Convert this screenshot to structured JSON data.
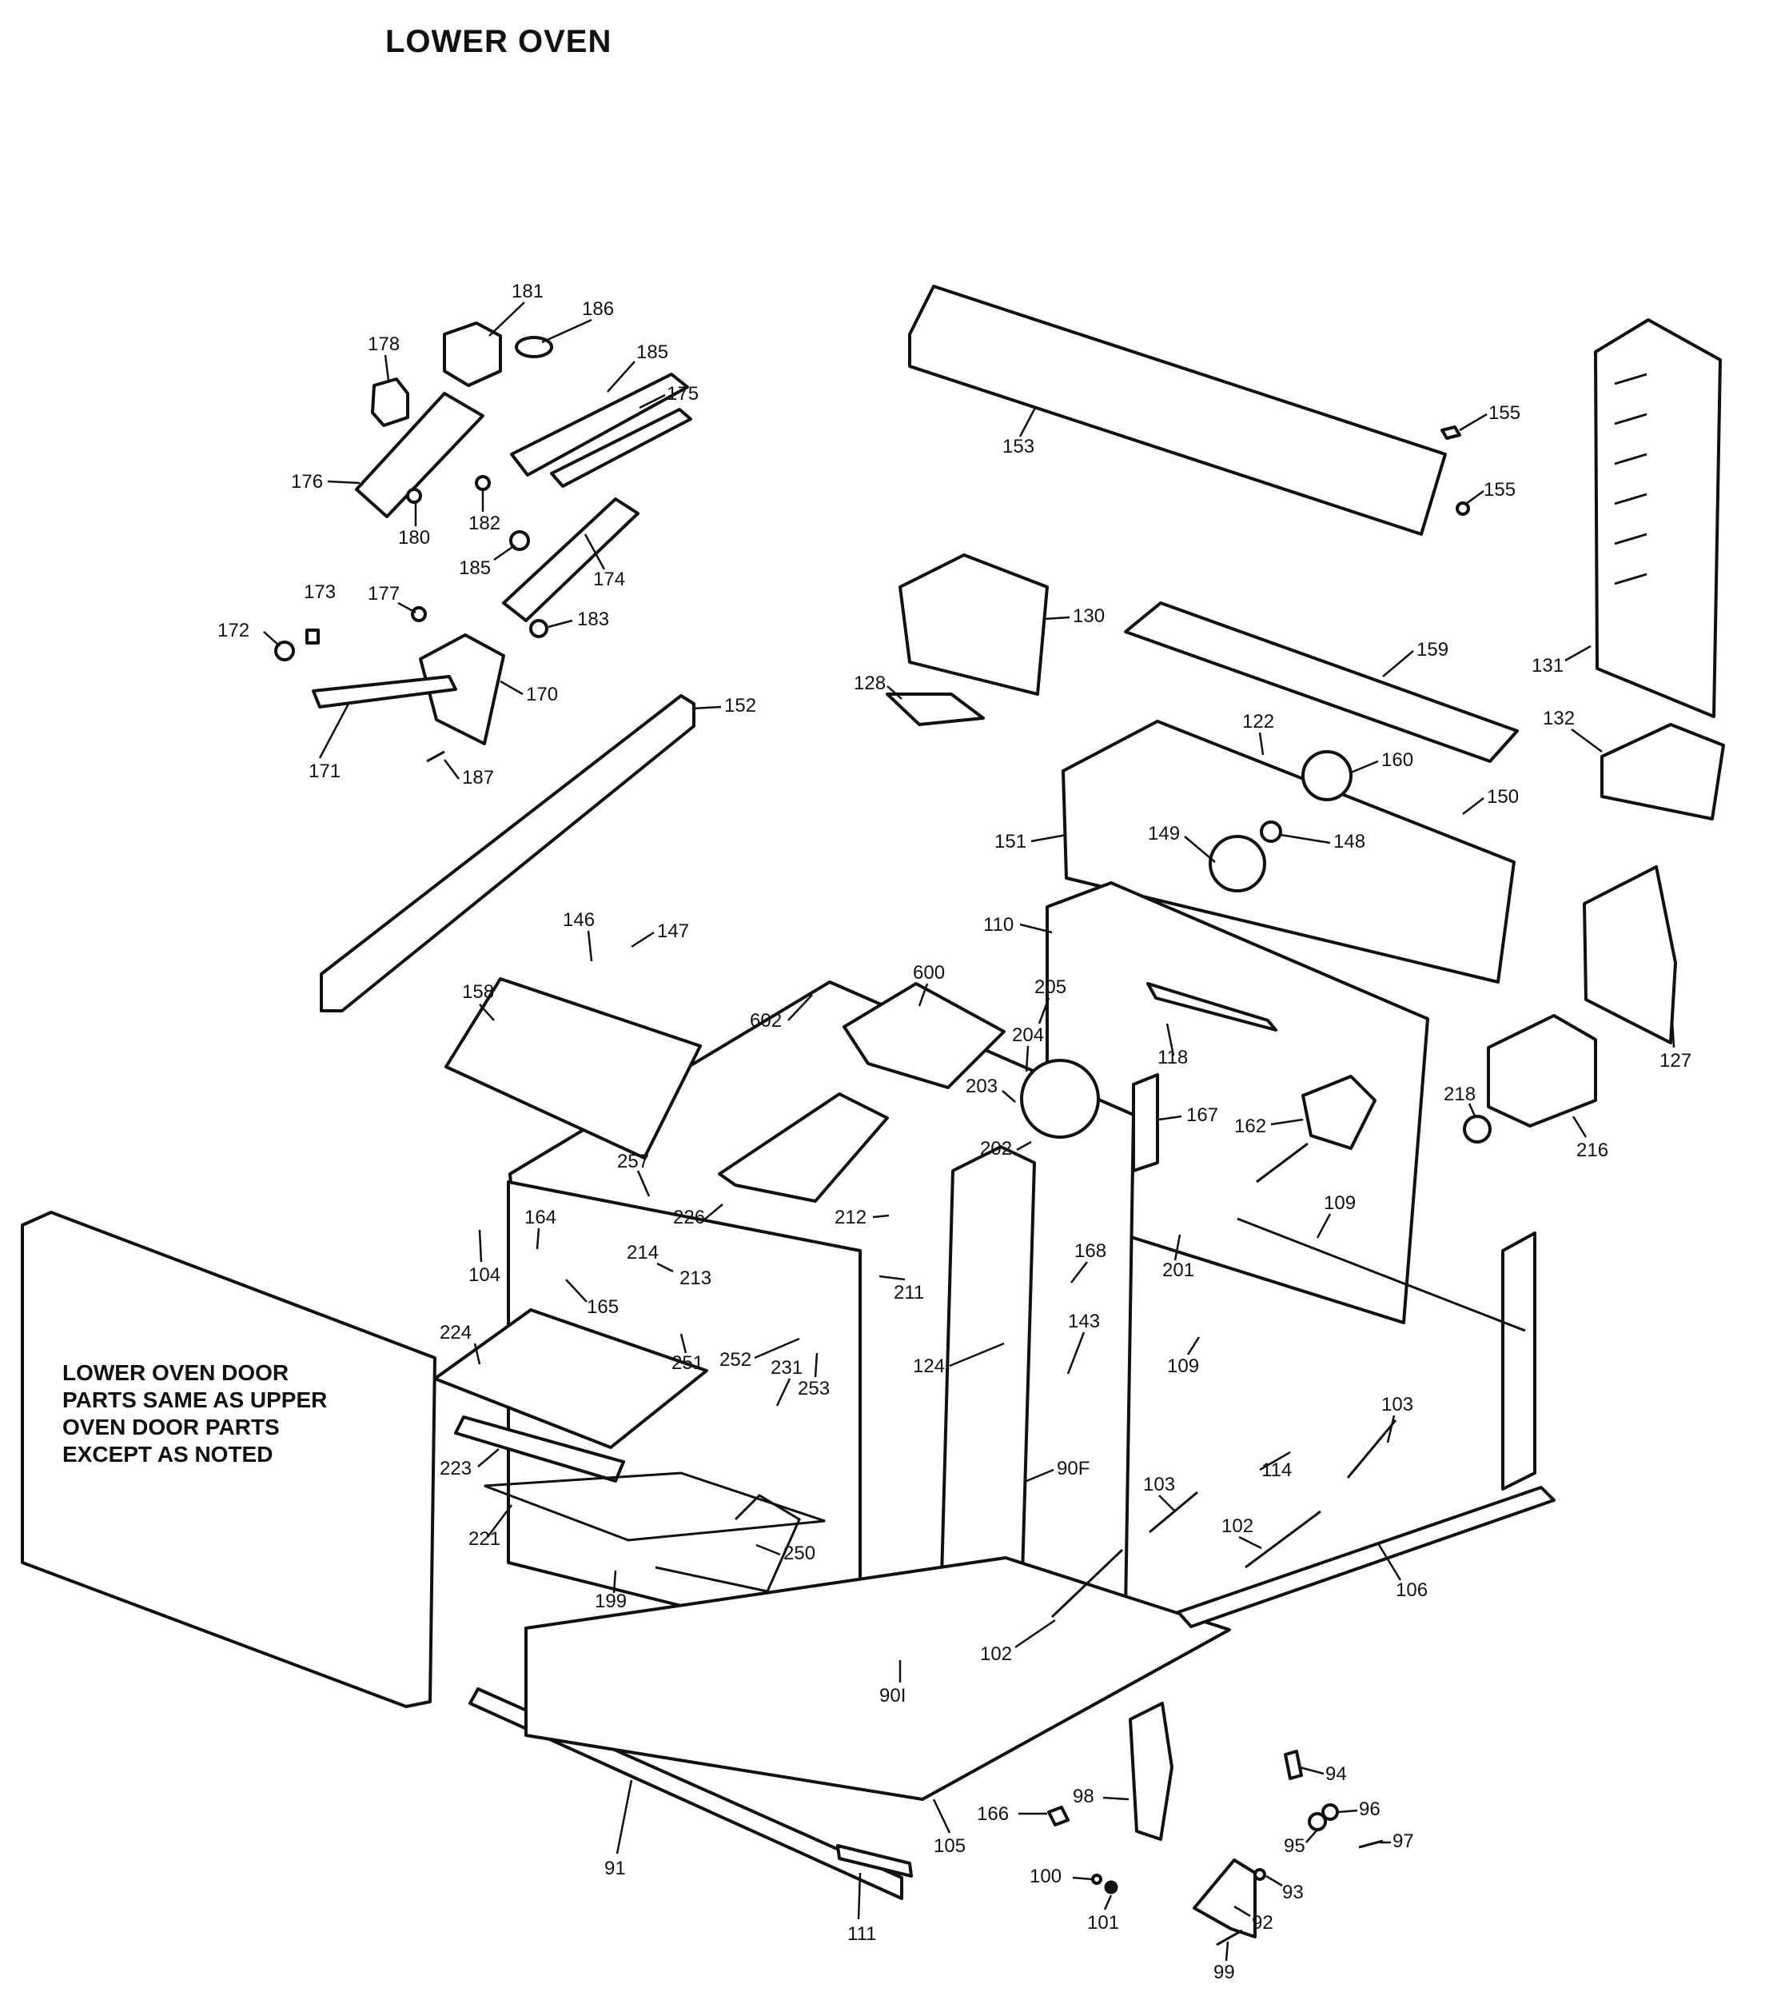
{
  "title": "LOWER OVEN",
  "door_note": [
    "LOWER OVEN DOOR",
    "PARTS SAME AS UPPER",
    "OVEN DOOR PARTS",
    "EXCEPT AS NOTED"
  ],
  "callouts": [
    {
      "id": "c181",
      "text": "181"
    },
    {
      "id": "c186",
      "text": "186"
    },
    {
      "id": "c178",
      "text": "178"
    },
    {
      "id": "c185a",
      "text": "185"
    },
    {
      "id": "c175",
      "text": "175"
    },
    {
      "id": "c176",
      "text": "176"
    },
    {
      "id": "c180",
      "text": "180"
    },
    {
      "id": "c182",
      "text": "182"
    },
    {
      "id": "c185b",
      "text": "185"
    },
    {
      "id": "c174",
      "text": "174"
    },
    {
      "id": "c173",
      "text": "173"
    },
    {
      "id": "c177",
      "text": "177"
    },
    {
      "id": "c172",
      "text": "172"
    },
    {
      "id": "c183",
      "text": "183"
    },
    {
      "id": "c170",
      "text": "170"
    },
    {
      "id": "c171",
      "text": "171"
    },
    {
      "id": "c187",
      "text": "187"
    },
    {
      "id": "c152",
      "text": "152"
    },
    {
      "id": "c153",
      "text": "153"
    },
    {
      "id": "c155a",
      "text": "155"
    },
    {
      "id": "c155b",
      "text": "155"
    },
    {
      "id": "c131",
      "text": "131"
    },
    {
      "id": "c130",
      "text": "130"
    },
    {
      "id": "c128",
      "text": "128"
    },
    {
      "id": "c159",
      "text": "159"
    },
    {
      "id": "c132",
      "text": "132"
    },
    {
      "id": "c122",
      "text": "122"
    },
    {
      "id": "c160",
      "text": "160"
    },
    {
      "id": "c150",
      "text": "150"
    },
    {
      "id": "c151",
      "text": "151"
    },
    {
      "id": "c149",
      "text": "149"
    },
    {
      "id": "c148",
      "text": "148"
    },
    {
      "id": "c110",
      "text": "110"
    },
    {
      "id": "c146",
      "text": "146"
    },
    {
      "id": "c147",
      "text": "147"
    },
    {
      "id": "c158",
      "text": "158"
    },
    {
      "id": "c602",
      "text": "602"
    },
    {
      "id": "c600",
      "text": "600"
    },
    {
      "id": "c205",
      "text": "205"
    },
    {
      "id": "c204",
      "text": "204"
    },
    {
      "id": "c203",
      "text": "203"
    },
    {
      "id": "c202",
      "text": "202"
    },
    {
      "id": "c118",
      "text": "118"
    },
    {
      "id": "c127",
      "text": "127"
    },
    {
      "id": "c167",
      "text": "167"
    },
    {
      "id": "c162",
      "text": "162"
    },
    {
      "id": "c218",
      "text": "218"
    },
    {
      "id": "c216",
      "text": "216"
    },
    {
      "id": "c257",
      "text": "257"
    },
    {
      "id": "c226",
      "text": "226"
    },
    {
      "id": "c212",
      "text": "212"
    },
    {
      "id": "c109a",
      "text": "109"
    },
    {
      "id": "c164",
      "text": "164"
    },
    {
      "id": "c104",
      "text": "104"
    },
    {
      "id": "c214",
      "text": "214"
    },
    {
      "id": "c213",
      "text": "213"
    },
    {
      "id": "c211",
      "text": "211"
    },
    {
      "id": "c168",
      "text": "168"
    },
    {
      "id": "c201",
      "text": "201"
    },
    {
      "id": "c165",
      "text": "165"
    },
    {
      "id": "c224",
      "text": "224"
    },
    {
      "id": "c251",
      "text": "251"
    },
    {
      "id": "c252",
      "text": "252"
    },
    {
      "id": "c231",
      "text": "231"
    },
    {
      "id": "c253",
      "text": "253"
    },
    {
      "id": "c124",
      "text": "124"
    },
    {
      "id": "c143",
      "text": "143"
    },
    {
      "id": "c109b",
      "text": "109"
    },
    {
      "id": "c103a",
      "text": "103"
    },
    {
      "id": "c223",
      "text": "223"
    },
    {
      "id": "c90F",
      "text": "90F"
    },
    {
      "id": "c103b",
      "text": "103"
    },
    {
      "id": "c114",
      "text": "114"
    },
    {
      "id": "c221",
      "text": "221"
    },
    {
      "id": "c102a",
      "text": "102"
    },
    {
      "id": "c250",
      "text": "250"
    },
    {
      "id": "c106",
      "text": "106"
    },
    {
      "id": "c199",
      "text": "199"
    },
    {
      "id": "c102b",
      "text": "102"
    },
    {
      "id": "c90I",
      "text": "90I"
    },
    {
      "id": "c94",
      "text": "94"
    },
    {
      "id": "c166",
      "text": "166"
    },
    {
      "id": "c98",
      "text": "98"
    },
    {
      "id": "c96",
      "text": "96"
    },
    {
      "id": "c95",
      "text": "95"
    },
    {
      "id": "c105",
      "text": "105"
    },
    {
      "id": "c97",
      "text": "97"
    },
    {
      "id": "c91",
      "text": "91"
    },
    {
      "id": "c100",
      "text": "100"
    },
    {
      "id": "c93",
      "text": "93"
    },
    {
      "id": "c101",
      "text": "101"
    },
    {
      "id": "c92",
      "text": "92"
    },
    {
      "id": "c111",
      "text": "111"
    },
    {
      "id": "c99",
      "text": "99"
    }
  ]
}
